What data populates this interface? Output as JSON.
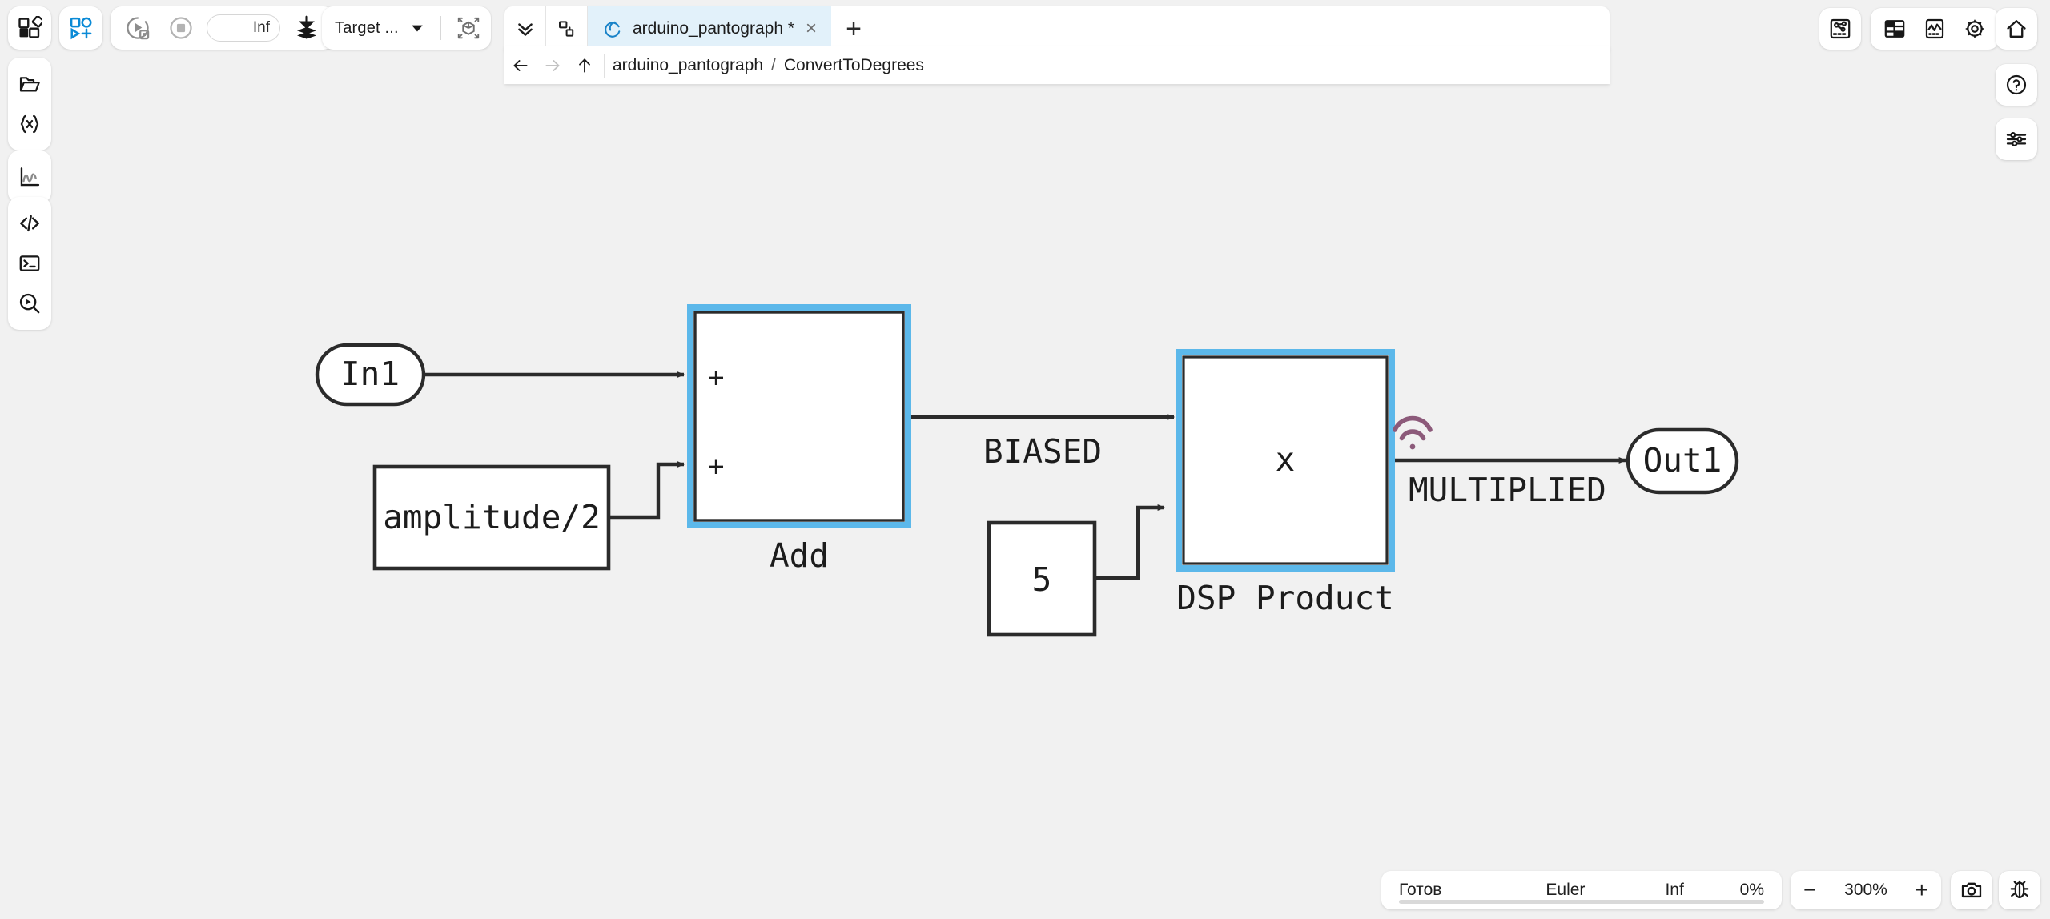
{
  "app": {
    "canvas_bg": "#f1f1f1",
    "accent_blue": "#0a6ebd",
    "selection_blue": "#5cb8ea",
    "logging_purple": "#8c5a7a"
  },
  "toolbar": {
    "apps_icon": "app-grid-icon",
    "library_icon": "block-library-icon",
    "run_icon": "run-on-hardware-icon",
    "stop_icon": "stop-icon",
    "stop_disabled": true,
    "stop_time_value": "Inf",
    "stop_time_placeholder": "Inf",
    "deploy_icon": "deploy-to-hardware-icon",
    "target_label": "Target ...",
    "target_caret": "chevron-down-icon",
    "model_explorer_icon": "3d-model-icon"
  },
  "left_rail": {
    "groups": [
      {
        "items": [
          {
            "name": "open-model",
            "icon": "folder-open-icon"
          },
          {
            "name": "model-variables",
            "icon": "braces-x-icon"
          }
        ]
      },
      {
        "items": [
          {
            "name": "signal-plot",
            "icon": "plot-icon"
          }
        ]
      },
      {
        "items": [
          {
            "name": "code-view",
            "icon": "code-icon"
          },
          {
            "name": "terminal",
            "icon": "terminal-icon"
          },
          {
            "name": "inspect",
            "icon": "magnifier-run-icon"
          }
        ]
      }
    ]
  },
  "tabs": {
    "collapse_icon": "chevron-double-down-icon",
    "split_icon": "split-view-icon",
    "new_tab_label": "+",
    "items": [
      {
        "title": "arduino_pantograph *",
        "icon": "model-loop-icon",
        "active": true,
        "close_label": "×"
      }
    ]
  },
  "breadcrumb": {
    "back_icon": "arrow-left-icon",
    "forward_icon": "arrow-right-icon",
    "up_icon": "arrow-up-icon",
    "forward_disabled": true,
    "path": [
      "arduino_pantograph",
      "ConvertToDegrees"
    ],
    "separator": "/"
  },
  "right_rail": {
    "layout_icon": "diagram-layout-icon",
    "table_icon": "table-view-icon",
    "scope_icon": "scope-icon",
    "settings_icon": "gear-icon",
    "home_icon": "home-icon",
    "help_icon": "help-circle-icon",
    "prefs_icon": "sliders-icon"
  },
  "diagram": {
    "blocks": [
      {
        "id": "in1",
        "type": "inport",
        "label": "In1",
        "selected": false
      },
      {
        "id": "amplitude",
        "type": "constant",
        "label": "amplitude/2",
        "selected": false
      },
      {
        "id": "add",
        "type": "sum",
        "label": "Add",
        "glyph": "",
        "ports": [
          "+",
          "+"
        ],
        "selected": true
      },
      {
        "id": "const5",
        "type": "constant",
        "label": "5",
        "selected": false
      },
      {
        "id": "product",
        "type": "product",
        "label": "DSP Product",
        "glyph": "x",
        "selected": true
      },
      {
        "id": "out1",
        "type": "outport",
        "label": "Out1",
        "selected": false
      }
    ],
    "signals": [
      {
        "id": "sig-in1-add",
        "label": "",
        "from": "in1",
        "to": "add"
      },
      {
        "id": "sig-amp-add",
        "label": "",
        "from": "amplitude",
        "to": "add"
      },
      {
        "id": "sig-add-product",
        "label": "BIASED",
        "from": "add",
        "to": "product"
      },
      {
        "id": "sig-const5-product",
        "label": "",
        "from": "const5",
        "to": "product"
      },
      {
        "id": "sig-product-out1",
        "label": "MULTIPLIED",
        "from": "product",
        "to": "out1",
        "logging_icon": "signal-logging-icon"
      }
    ]
  },
  "status": {
    "ready_text": "Готов",
    "solver": "Euler",
    "step_time": "Inf",
    "progress_pct": "0%",
    "progress_value": 0
  },
  "zoom": {
    "minus_label": "−",
    "level": "300%",
    "plus_label": "+",
    "snapshot_icon": "camera-icon",
    "debug_icon": "bug-icon"
  }
}
